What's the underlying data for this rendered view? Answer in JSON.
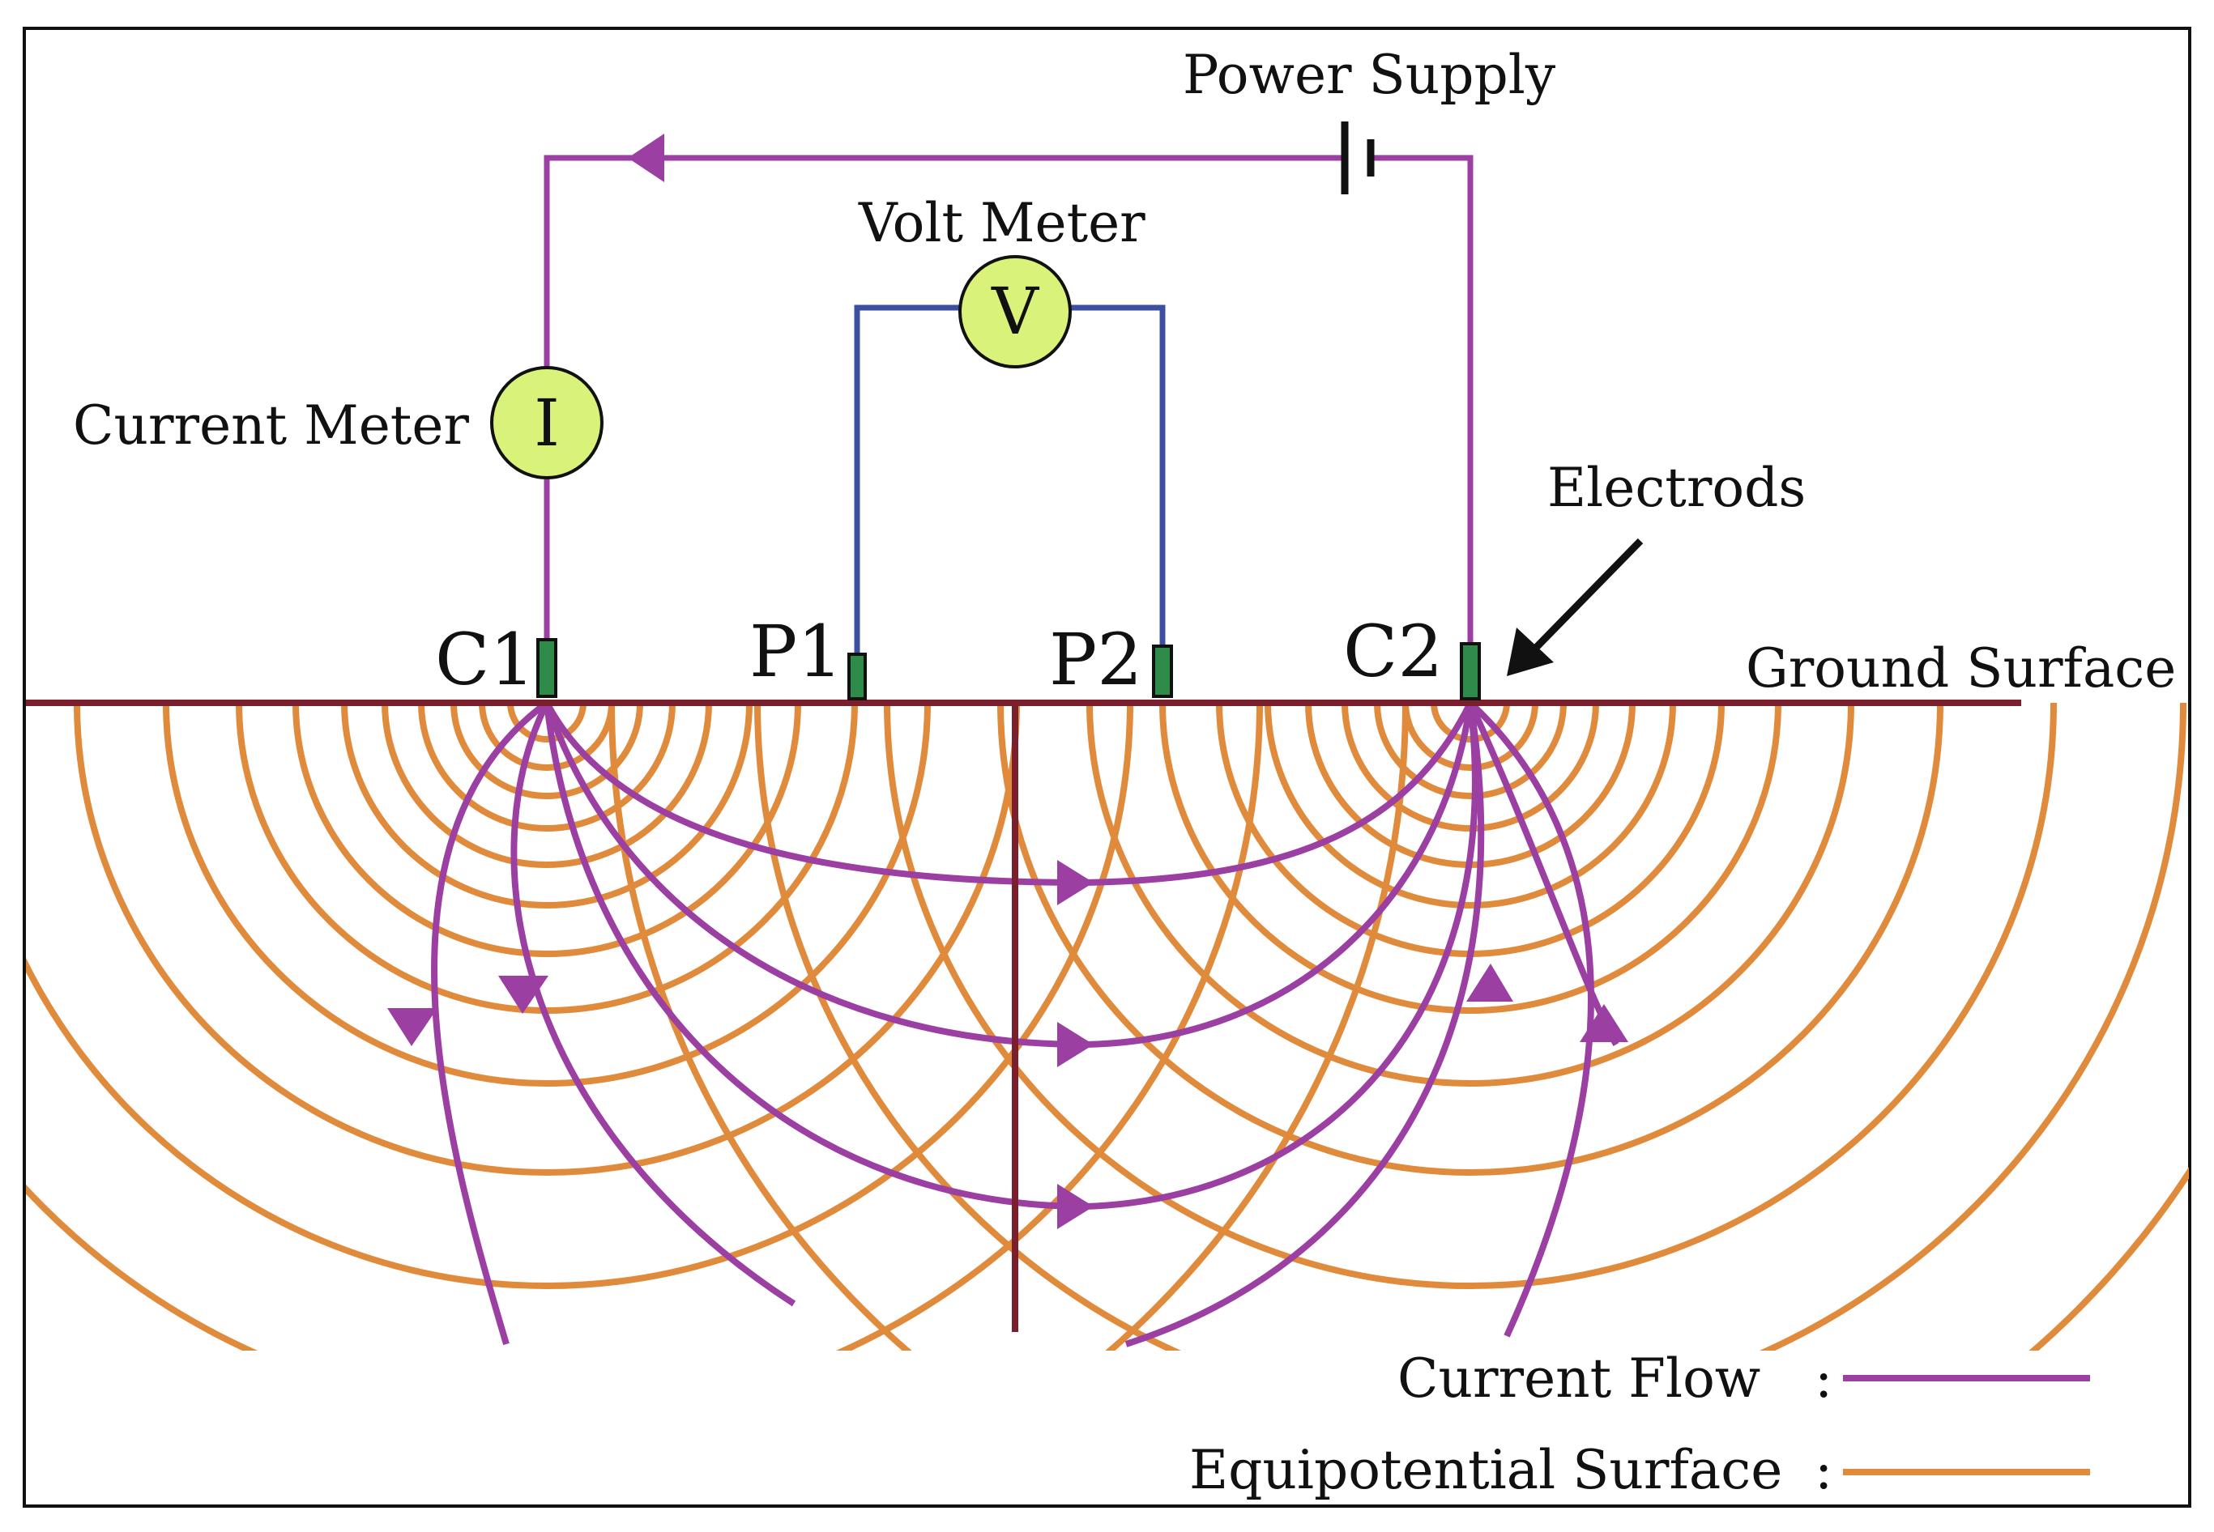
{
  "labels": {
    "power_supply": "Power Supply",
    "volt_meter": "Volt Meter",
    "current_meter": "Current Meter",
    "electrodes": "Electrods",
    "ground_surface": "Ground Surface",
    "c1": "C1",
    "p1": "P1",
    "p2": "P2",
    "c2": "C2",
    "volt_symbol": "V",
    "current_symbol": "I"
  },
  "legend": {
    "current_flow": "Current Flow",
    "equipotential": "Equipotential Surface",
    "separator": ":"
  },
  "colors": {
    "current_flow": "#9b3fa3",
    "equipotential": "#e08a3c",
    "voltmeter_wire": "#3d4fa0",
    "ground": "#7a1f2b",
    "meter_fill": "#d8f27a",
    "electrode": "#2e8b4a",
    "text": "#111111",
    "frame": "#111111"
  },
  "icons": {
    "power_supply": "battery-icon",
    "volt_meter": "voltmeter-icon",
    "current_meter": "ammeter-icon",
    "arrow": "pointer-arrow-icon"
  }
}
